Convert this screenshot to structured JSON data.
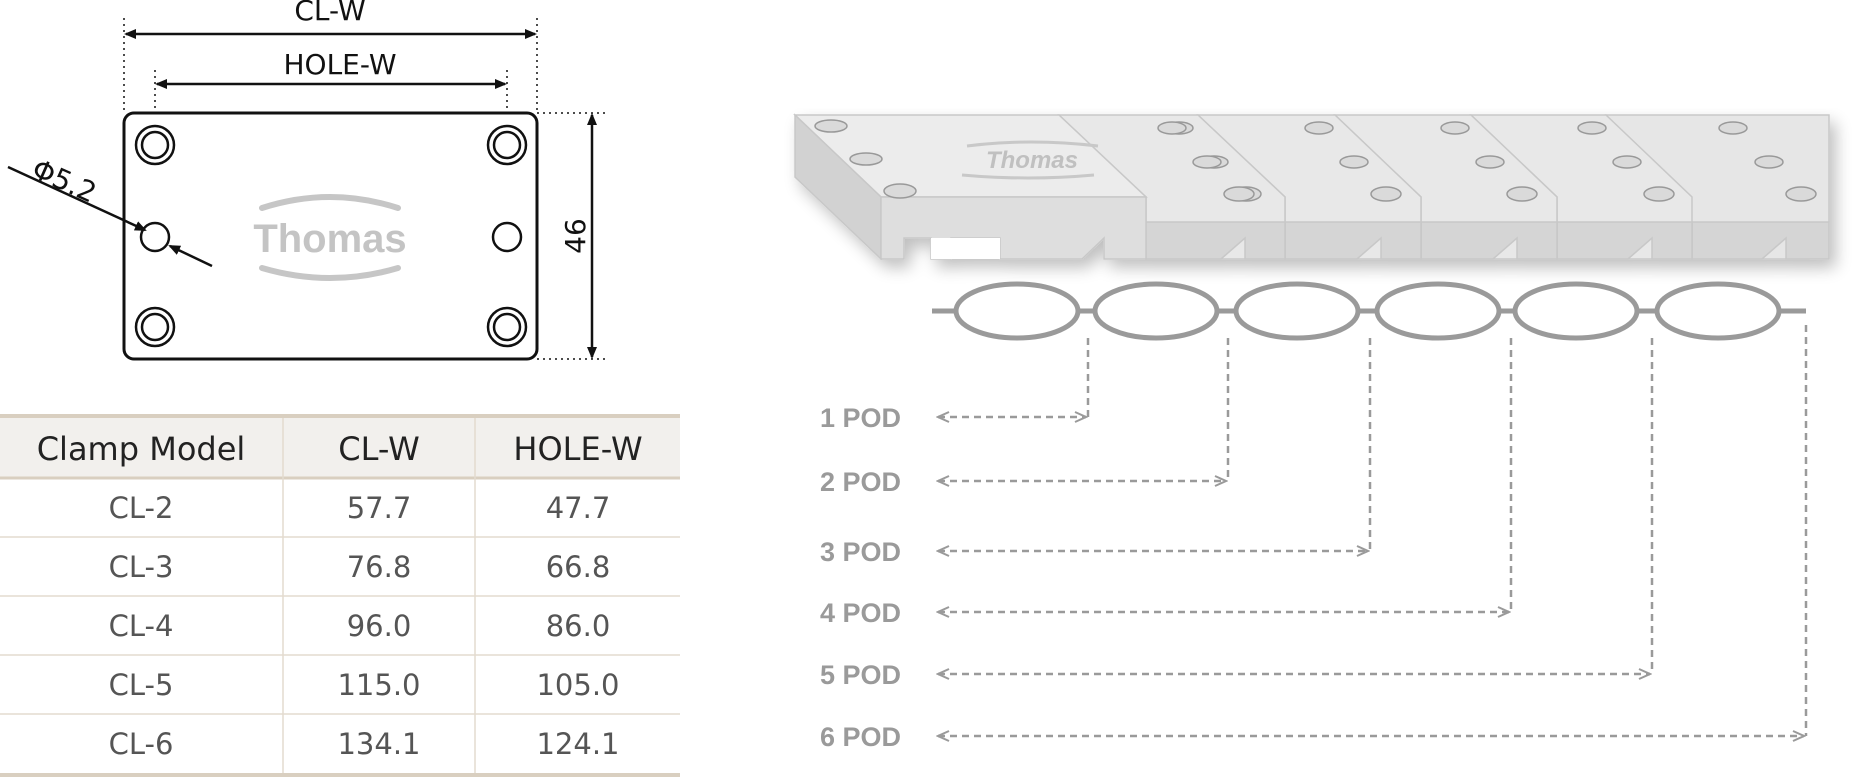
{
  "drawing": {
    "clw_label": "CL-W",
    "holew_label": "HOLE-W",
    "diameter_label": "Φ5.2",
    "height_label": "46",
    "logo_text": "Thomas"
  },
  "table": {
    "headers": [
      "Clamp Model",
      "CL-W",
      "HOLE-W"
    ],
    "rows": [
      [
        "CL-2",
        "57.7",
        "47.7"
      ],
      [
        "CL-3",
        "76.8",
        "66.8"
      ],
      [
        "CL-4",
        "96.0",
        "86.0"
      ],
      [
        "CL-5",
        "115.0",
        "105.0"
      ],
      [
        "CL-6",
        "134.1",
        "124.1"
      ]
    ]
  },
  "assembly": {
    "logo_text": "Thomas",
    "pod_labels": [
      "1 POD",
      "2 POD",
      "3 POD",
      "4 POD",
      "5 POD",
      "6 POD"
    ]
  },
  "colors": {
    "line": "#111111",
    "table_header_bg": "#f2f0ed",
    "table_border": "#d9cfc0",
    "plate_top": "#ececec",
    "plate_front": "#dcdcdc",
    "pod_gray": "#9a9a9a",
    "logo_gray": "#bdbdbd"
  }
}
